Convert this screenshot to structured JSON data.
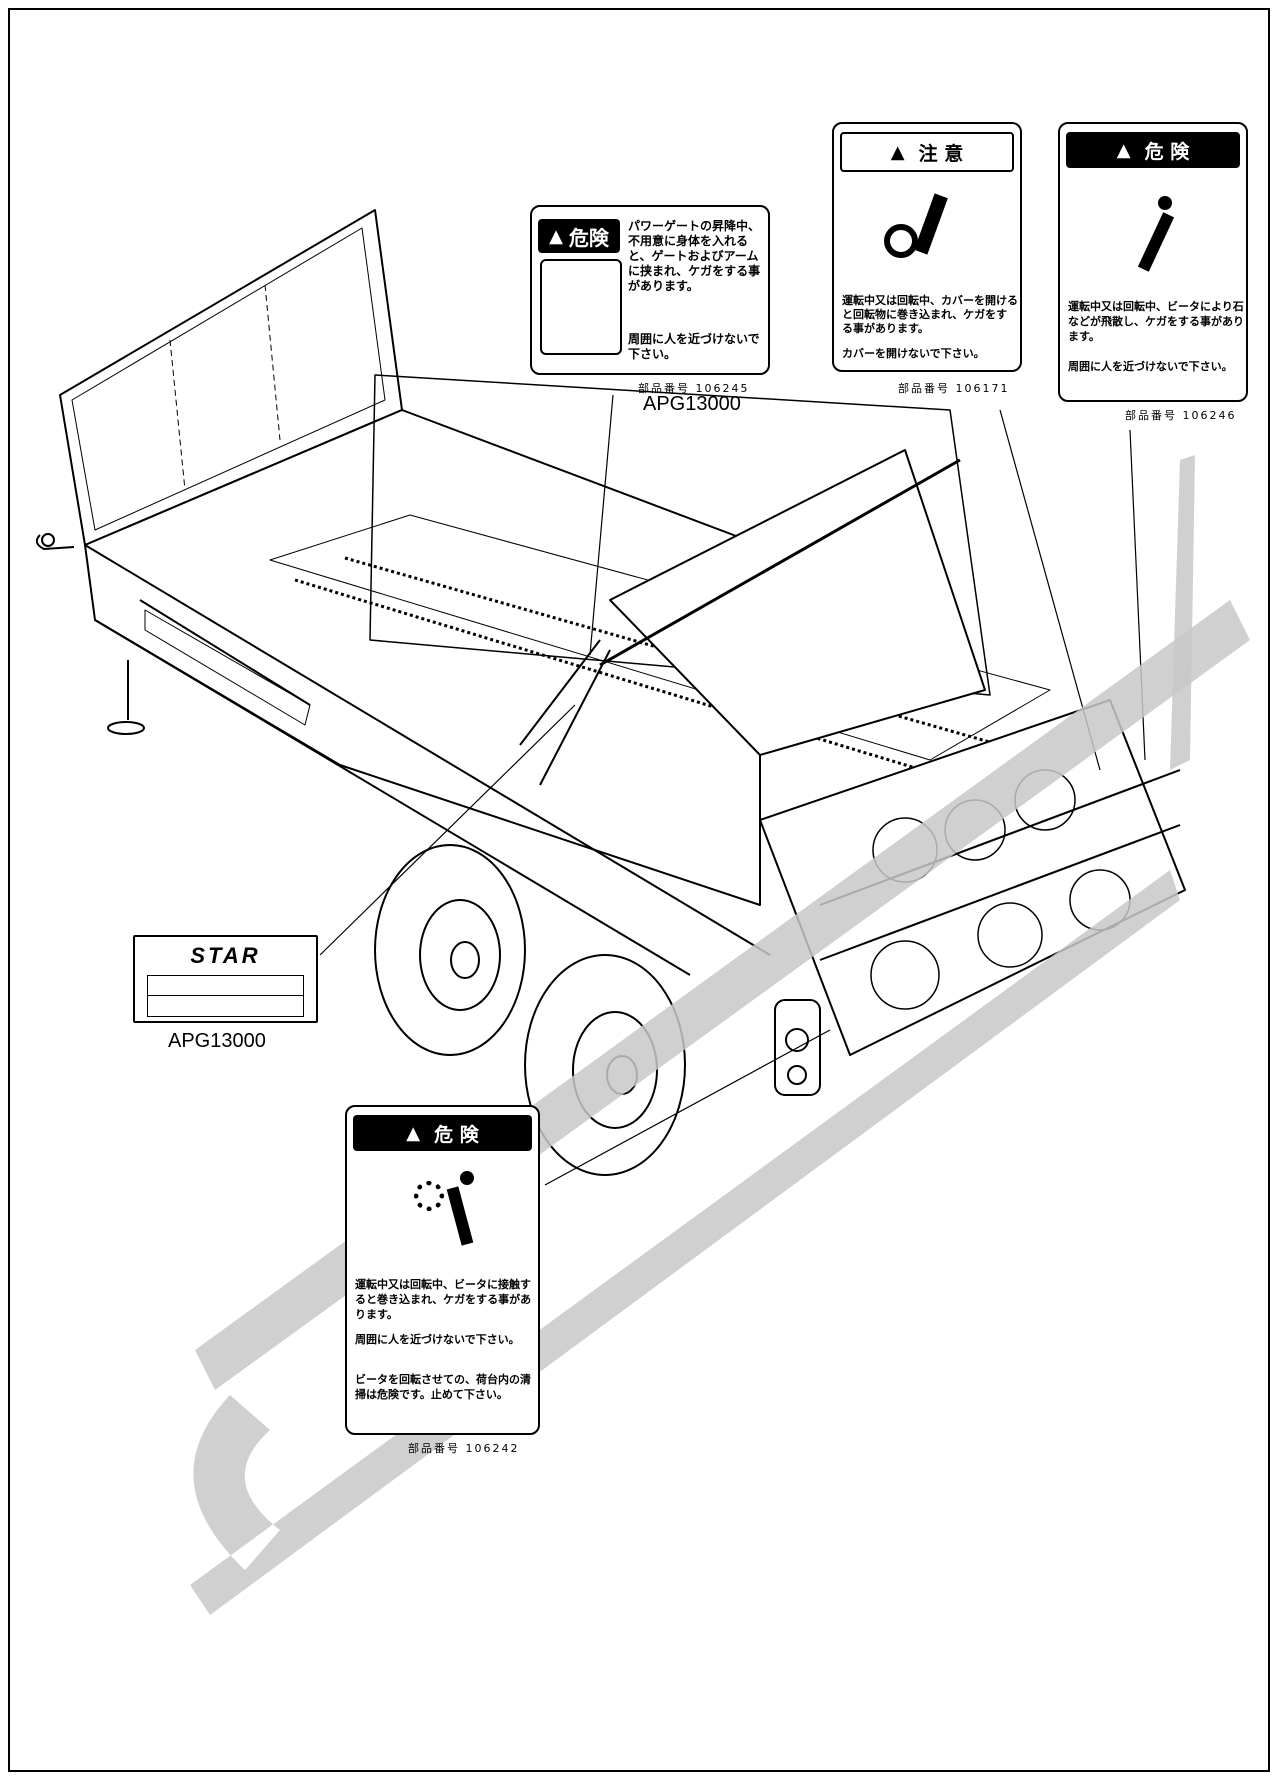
{
  "labels": {
    "power_gate": {
      "heading": "危険",
      "text": "パワーゲートの昇降中、不用意に身体を入れると、ゲートおよびアームに挟まれ、ケガをする事があります。",
      "note": "周囲に人を近づけないで下さい。",
      "part_prefix": "部品番号",
      "part_number": "106245",
      "model": "APG13000"
    },
    "cover_caution": {
      "heading": "注 意",
      "text": "運転中又は回転中、カバーを開けると回転物に巻き込まれ、ケガをする事があります。",
      "note": "カバーを開けないで下さい。",
      "part_prefix": "部品番号",
      "part_number": "106171"
    },
    "flying_stones": {
      "heading": "危 険",
      "text": "運転中又は回転中、ビータにより石などが飛散し、ケガをする事があります。",
      "note": "周囲に人を近づけないで下さい。",
      "part_prefix": "部品番号",
      "part_number": "106246"
    },
    "beater_contact": {
      "heading": "危 険",
      "text": "運転中又は回転中、ビータに接触すると巻き込まれ、ケガをする事があります。",
      "note": "周囲に人を近づけないで下さい。",
      "note2": "ビータを回転させての、荷台内の清掃は危険です。止めて下さい。",
      "part_prefix": "部品番号",
      "part_number": "106242"
    },
    "star_plate": {
      "logo": "STAR",
      "model": "APG13000"
    }
  },
  "watermark": {
    "color": "#c8c8c8"
  }
}
